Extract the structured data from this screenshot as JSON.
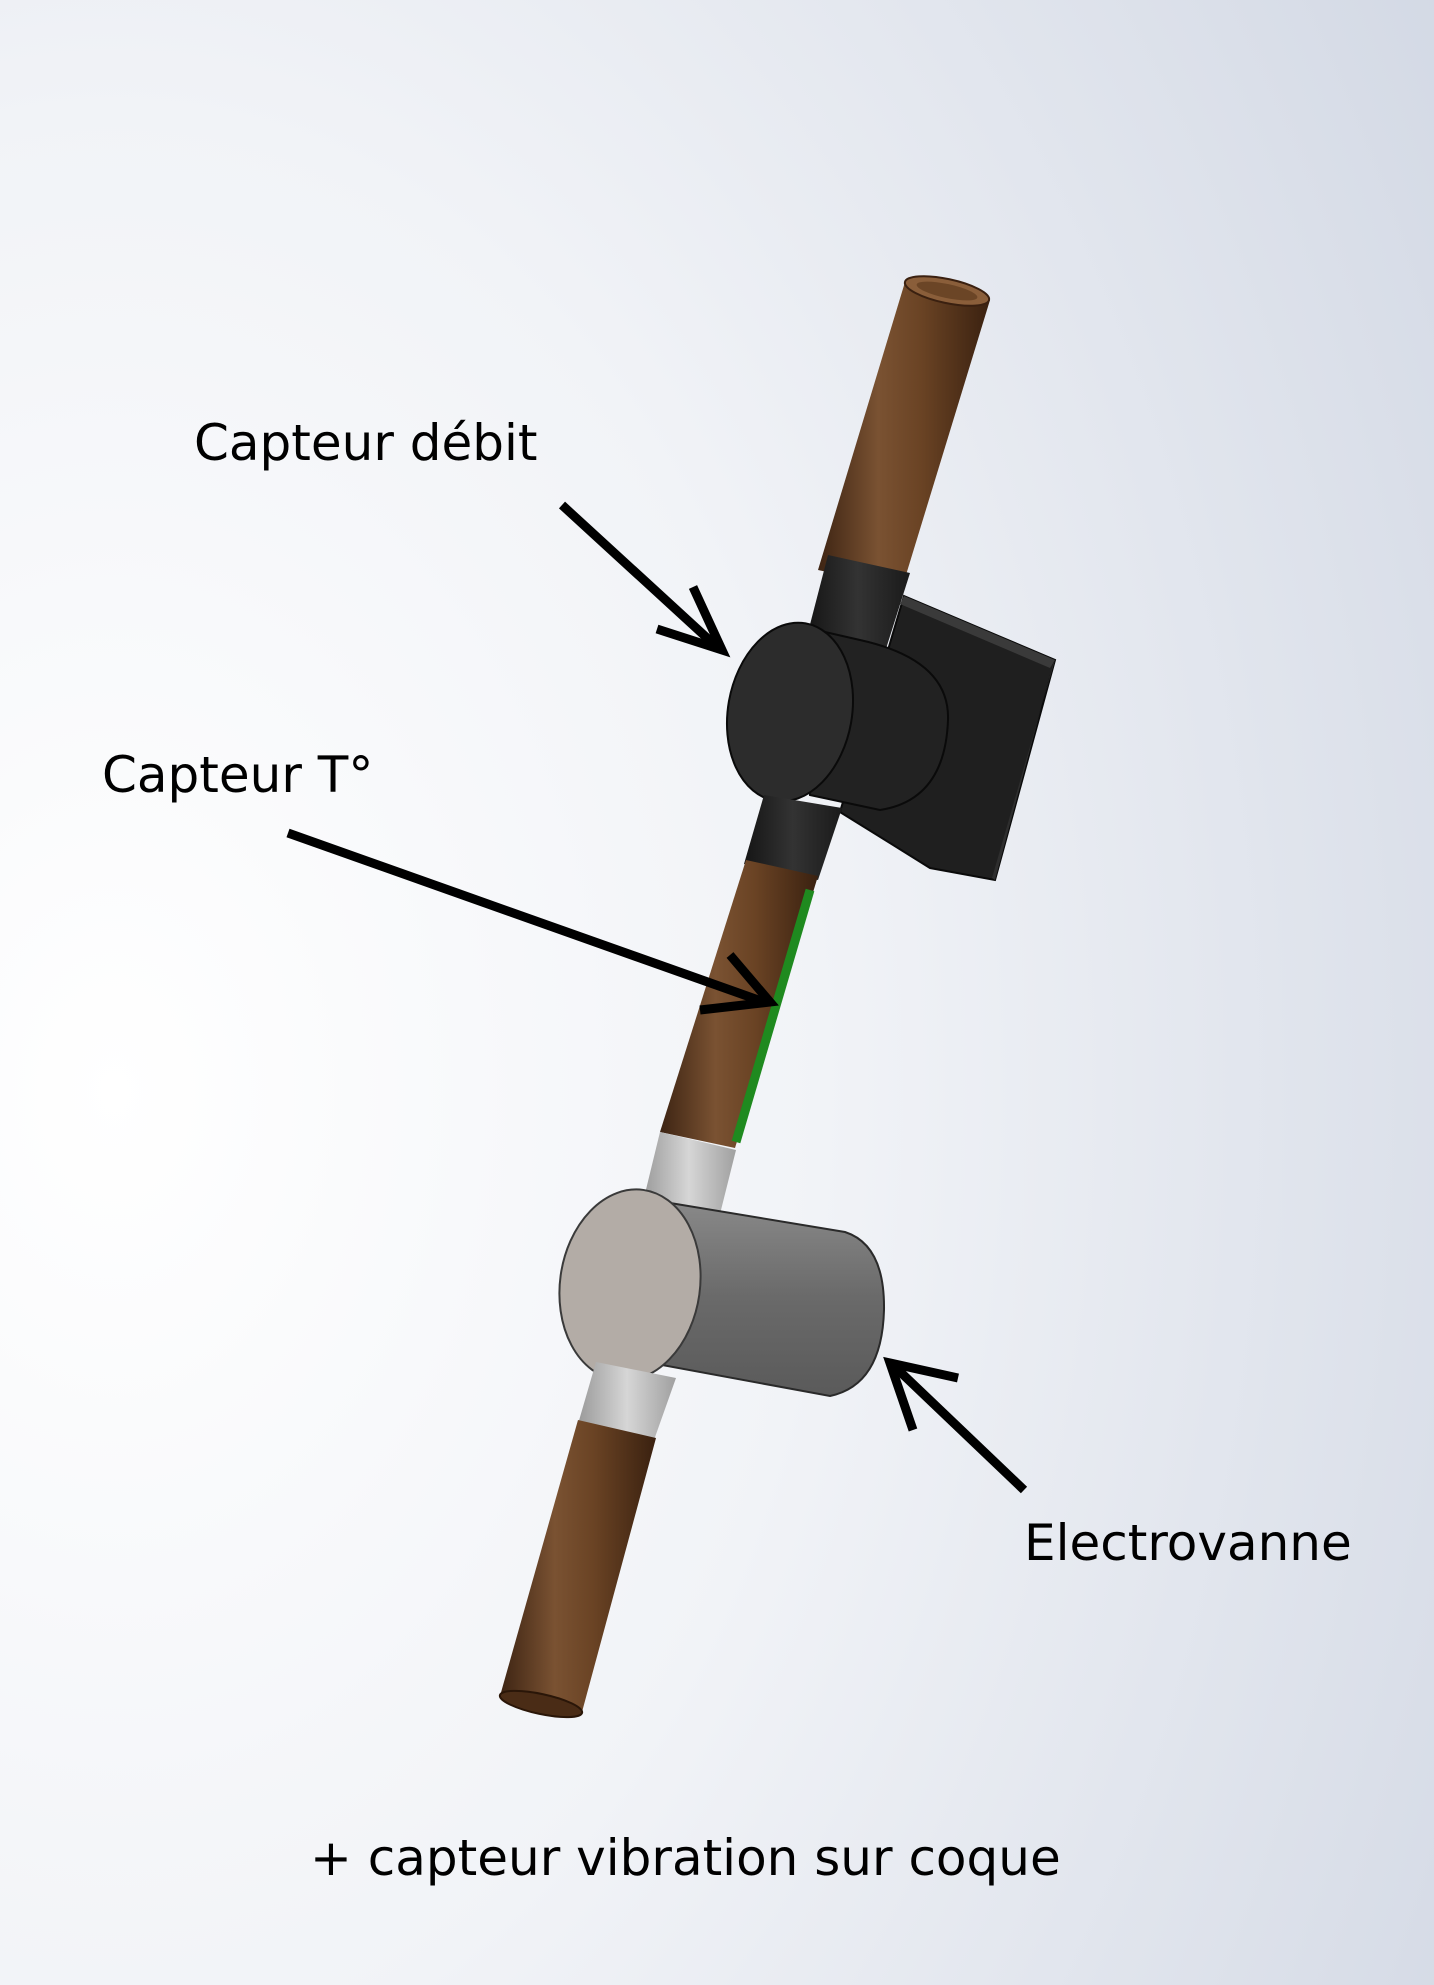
{
  "labels": {
    "flow_sensor": "Capteur débit",
    "temperature_sensor": "Capteur T°",
    "solenoid_valve": "Electrovanne",
    "footnote": "+ capteur vibration sur coque"
  },
  "colors": {
    "background_light": "#ffffff",
    "background_shade": "#d6dbe6",
    "copper_pipe": "#6a4324",
    "flow_sensor_body": "#2a2a2a",
    "temperature_strip": "#1f8a1f",
    "valve_body": "#6b6b6b",
    "valve_face": "#b3aca6",
    "fitting_grey": "#c8c8c8",
    "arrow": "#000000"
  }
}
